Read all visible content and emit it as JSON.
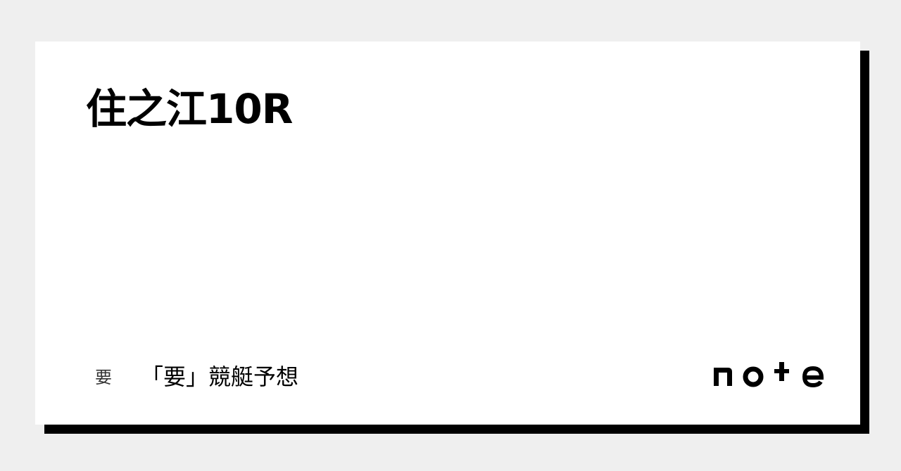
{
  "card": {
    "title": "住之江10R",
    "author": {
      "avatar_text": "要",
      "name": "「要」競艇予想"
    },
    "brand": {
      "logo_text": "note"
    }
  },
  "colors": {
    "background": "#efefef",
    "card": "#ffffff",
    "shadow": "#000000",
    "text": "#000000"
  }
}
